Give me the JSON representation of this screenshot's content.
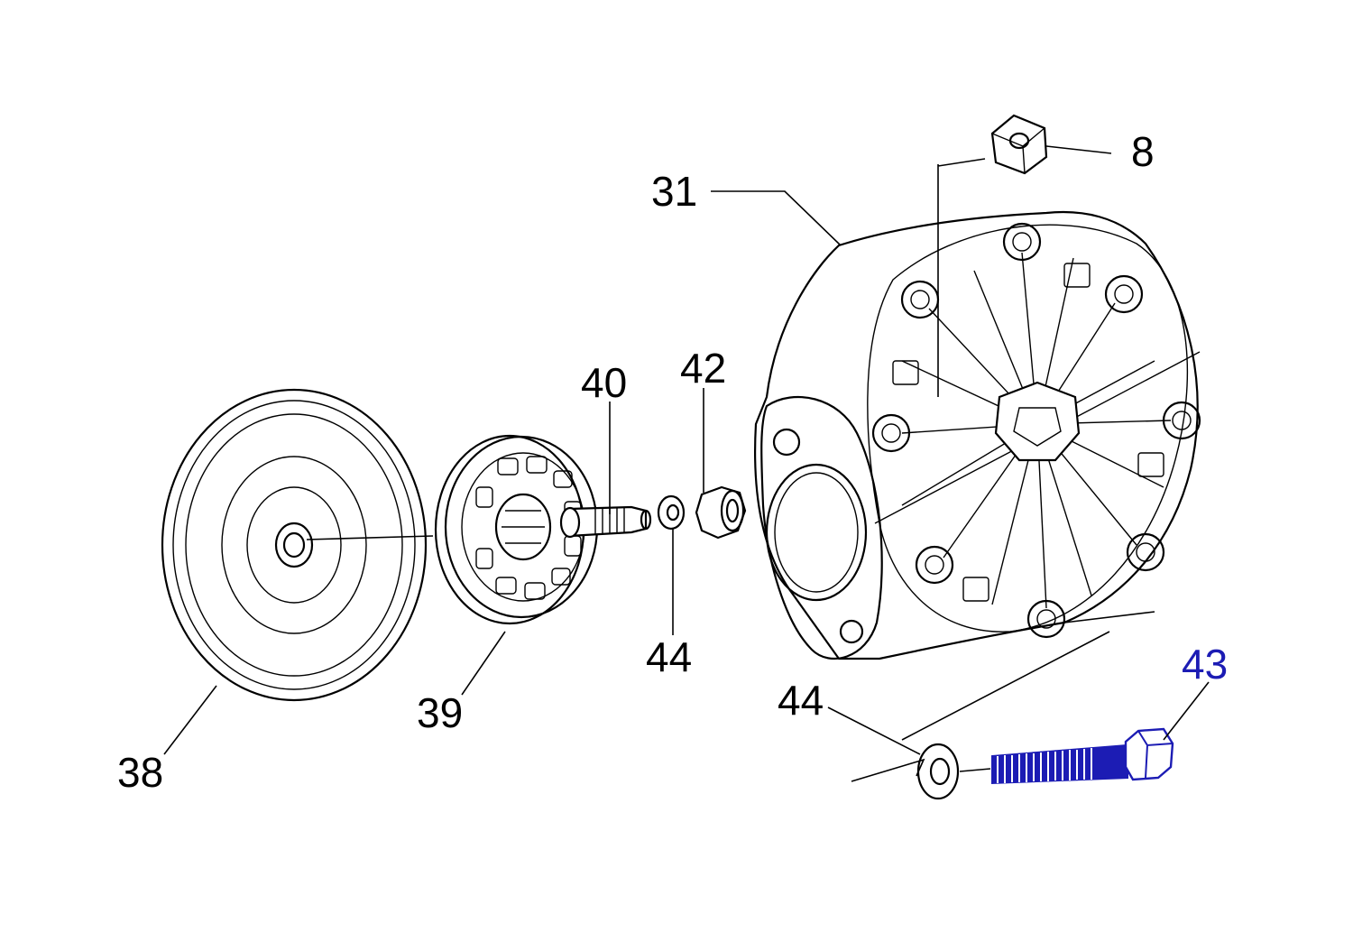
{
  "colors": {
    "line": "#000000",
    "background": "#ffffff",
    "highlight": "#1c1cb4"
  },
  "callouts": {
    "part_8": "8",
    "part_31": "31",
    "part_38": "38",
    "part_39": "39",
    "part_40": "40",
    "part_42": "42",
    "part_43": "43",
    "part_44_upper": "44",
    "part_44_lower": "44"
  }
}
